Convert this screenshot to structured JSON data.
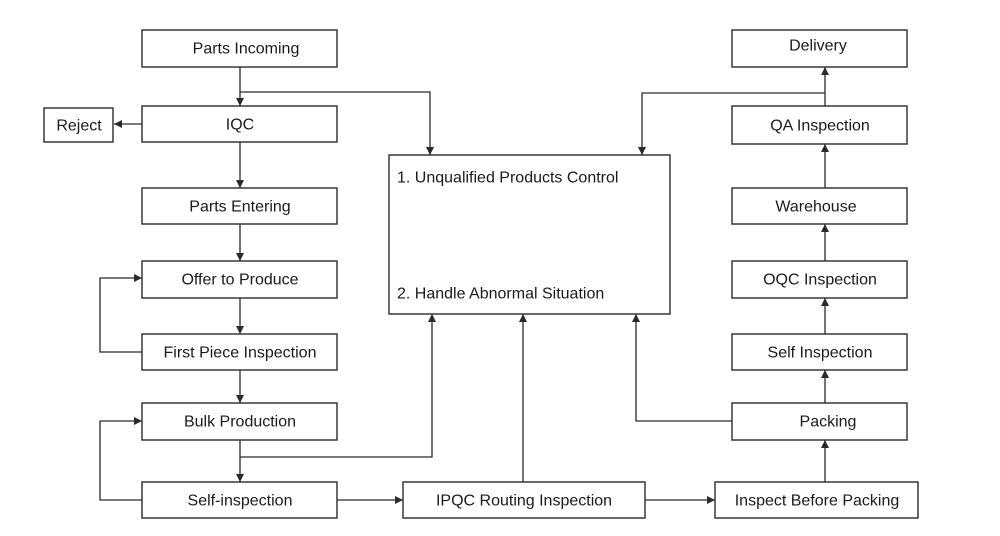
{
  "left_flow": {
    "parts_incoming": "Parts Incoming",
    "iqc": "IQC",
    "reject": "Reject",
    "parts_entering": "Parts Entering",
    "offer_to_produce": "Offer to Produce",
    "first_piece_inspection": "First Piece Inspection",
    "bulk_production": "Bulk Production",
    "self_inspection": "Self-inspection"
  },
  "bottom_flow": {
    "ipqc_routing_inspection": "IPQC Routing Inspection",
    "inspect_before_packing": "Inspect Before Packing"
  },
  "right_flow": {
    "packing": "Packing",
    "self_inspection": "Self Inspection",
    "oqc_inspection": "OQC Inspection",
    "warehouse": "Warehouse",
    "qa_inspection": "QA Inspection",
    "delivery": "Delivery"
  },
  "control_center": {
    "item_1": "1. Unqualified Products Control",
    "item_2": "2. Handle Abnormal Situation"
  },
  "colors": {
    "line": "#2a2a2a",
    "box_fill": "#ffffff",
    "background": "#ffffff"
  }
}
